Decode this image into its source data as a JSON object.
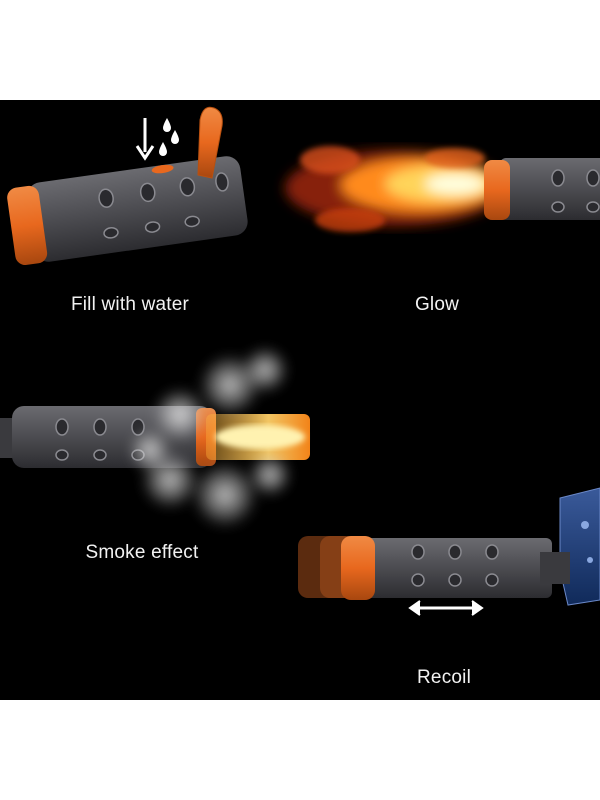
{
  "panels": [
    {
      "caption": "Fill with water"
    },
    {
      "caption": "Glow"
    },
    {
      "caption": "Smoke effect"
    },
    {
      "caption": "Recoil"
    }
  ],
  "colors": {
    "background": "#000000",
    "page": "#ffffff",
    "barrel": "#4a4a4e",
    "orange": "#e8681e",
    "caption": "#f2f2f2"
  },
  "icons": [
    "down-arrow-icon",
    "water-drops-icon",
    "double-arrow-icon"
  ]
}
